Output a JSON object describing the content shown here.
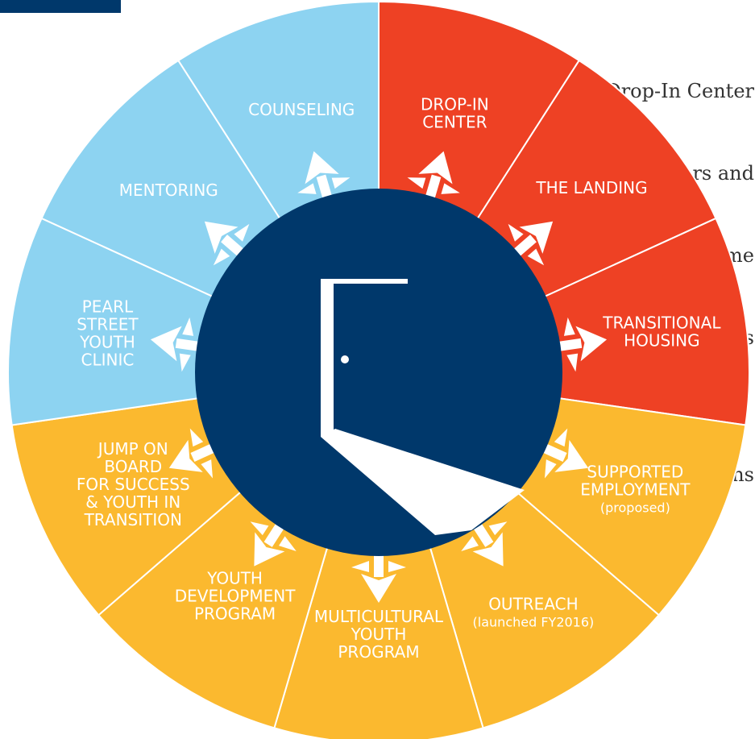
{
  "intro_text": {
    "lines": [
      "Drop-In Center",
      "gers and",
      "come",
      "as",
      "",
      "ns"
    ]
  },
  "center": {
    "icon": "open-door-icon",
    "color": "#00386b"
  },
  "colors": {
    "blue_segments": "#8dd3f1",
    "red_segments": "#ee4124",
    "yellow_segments": "#fbb92f",
    "arrows": "#ffffff"
  },
  "segments": [
    {
      "id": "drop-in-center",
      "lines": [
        "DROP-IN",
        "CENTER"
      ],
      "sub": "",
      "color": "#ee4124"
    },
    {
      "id": "the-landing",
      "lines": [
        "THE LANDING"
      ],
      "sub": "",
      "color": "#ee4124"
    },
    {
      "id": "transitional-housing",
      "lines": [
        "TRANSITIONAL",
        "HOUSING"
      ],
      "sub": "",
      "color": "#ee4124"
    },
    {
      "id": "supported-employment",
      "lines": [
        "SUPPORTED",
        "EMPLOYMENT"
      ],
      "sub": "(proposed)",
      "color": "#fbb92f"
    },
    {
      "id": "outreach",
      "lines": [
        "OUTREACH"
      ],
      "sub": "(launched FY2016)",
      "color": "#fbb92f"
    },
    {
      "id": "multicultural-youth-program",
      "lines": [
        "MULTICULTURAL",
        "YOUTH",
        "PROGRAM"
      ],
      "sub": "",
      "color": "#fbb92f"
    },
    {
      "id": "youth-development-program",
      "lines": [
        "YOUTH",
        "DEVELOPMENT",
        "PROGRAM"
      ],
      "sub": "",
      "color": "#fbb92f"
    },
    {
      "id": "jump-on-board",
      "lines": [
        "JUMP ON",
        "BOARD",
        "FOR SUCCESS",
        "& YOUTH IN",
        "TRANSITION"
      ],
      "sub": "",
      "color": "#fbb92f"
    },
    {
      "id": "pearl-street-youth-clinic",
      "lines": [
        "PEARL",
        "STREET",
        "YOUTH",
        "CLINIC"
      ],
      "sub": "",
      "color": "#8dd3f1"
    },
    {
      "id": "mentoring",
      "lines": [
        "MENTORING"
      ],
      "sub": "",
      "color": "#8dd3f1"
    },
    {
      "id": "counseling",
      "lines": [
        "COUNSELING"
      ],
      "sub": "",
      "color": "#8dd3f1"
    }
  ]
}
